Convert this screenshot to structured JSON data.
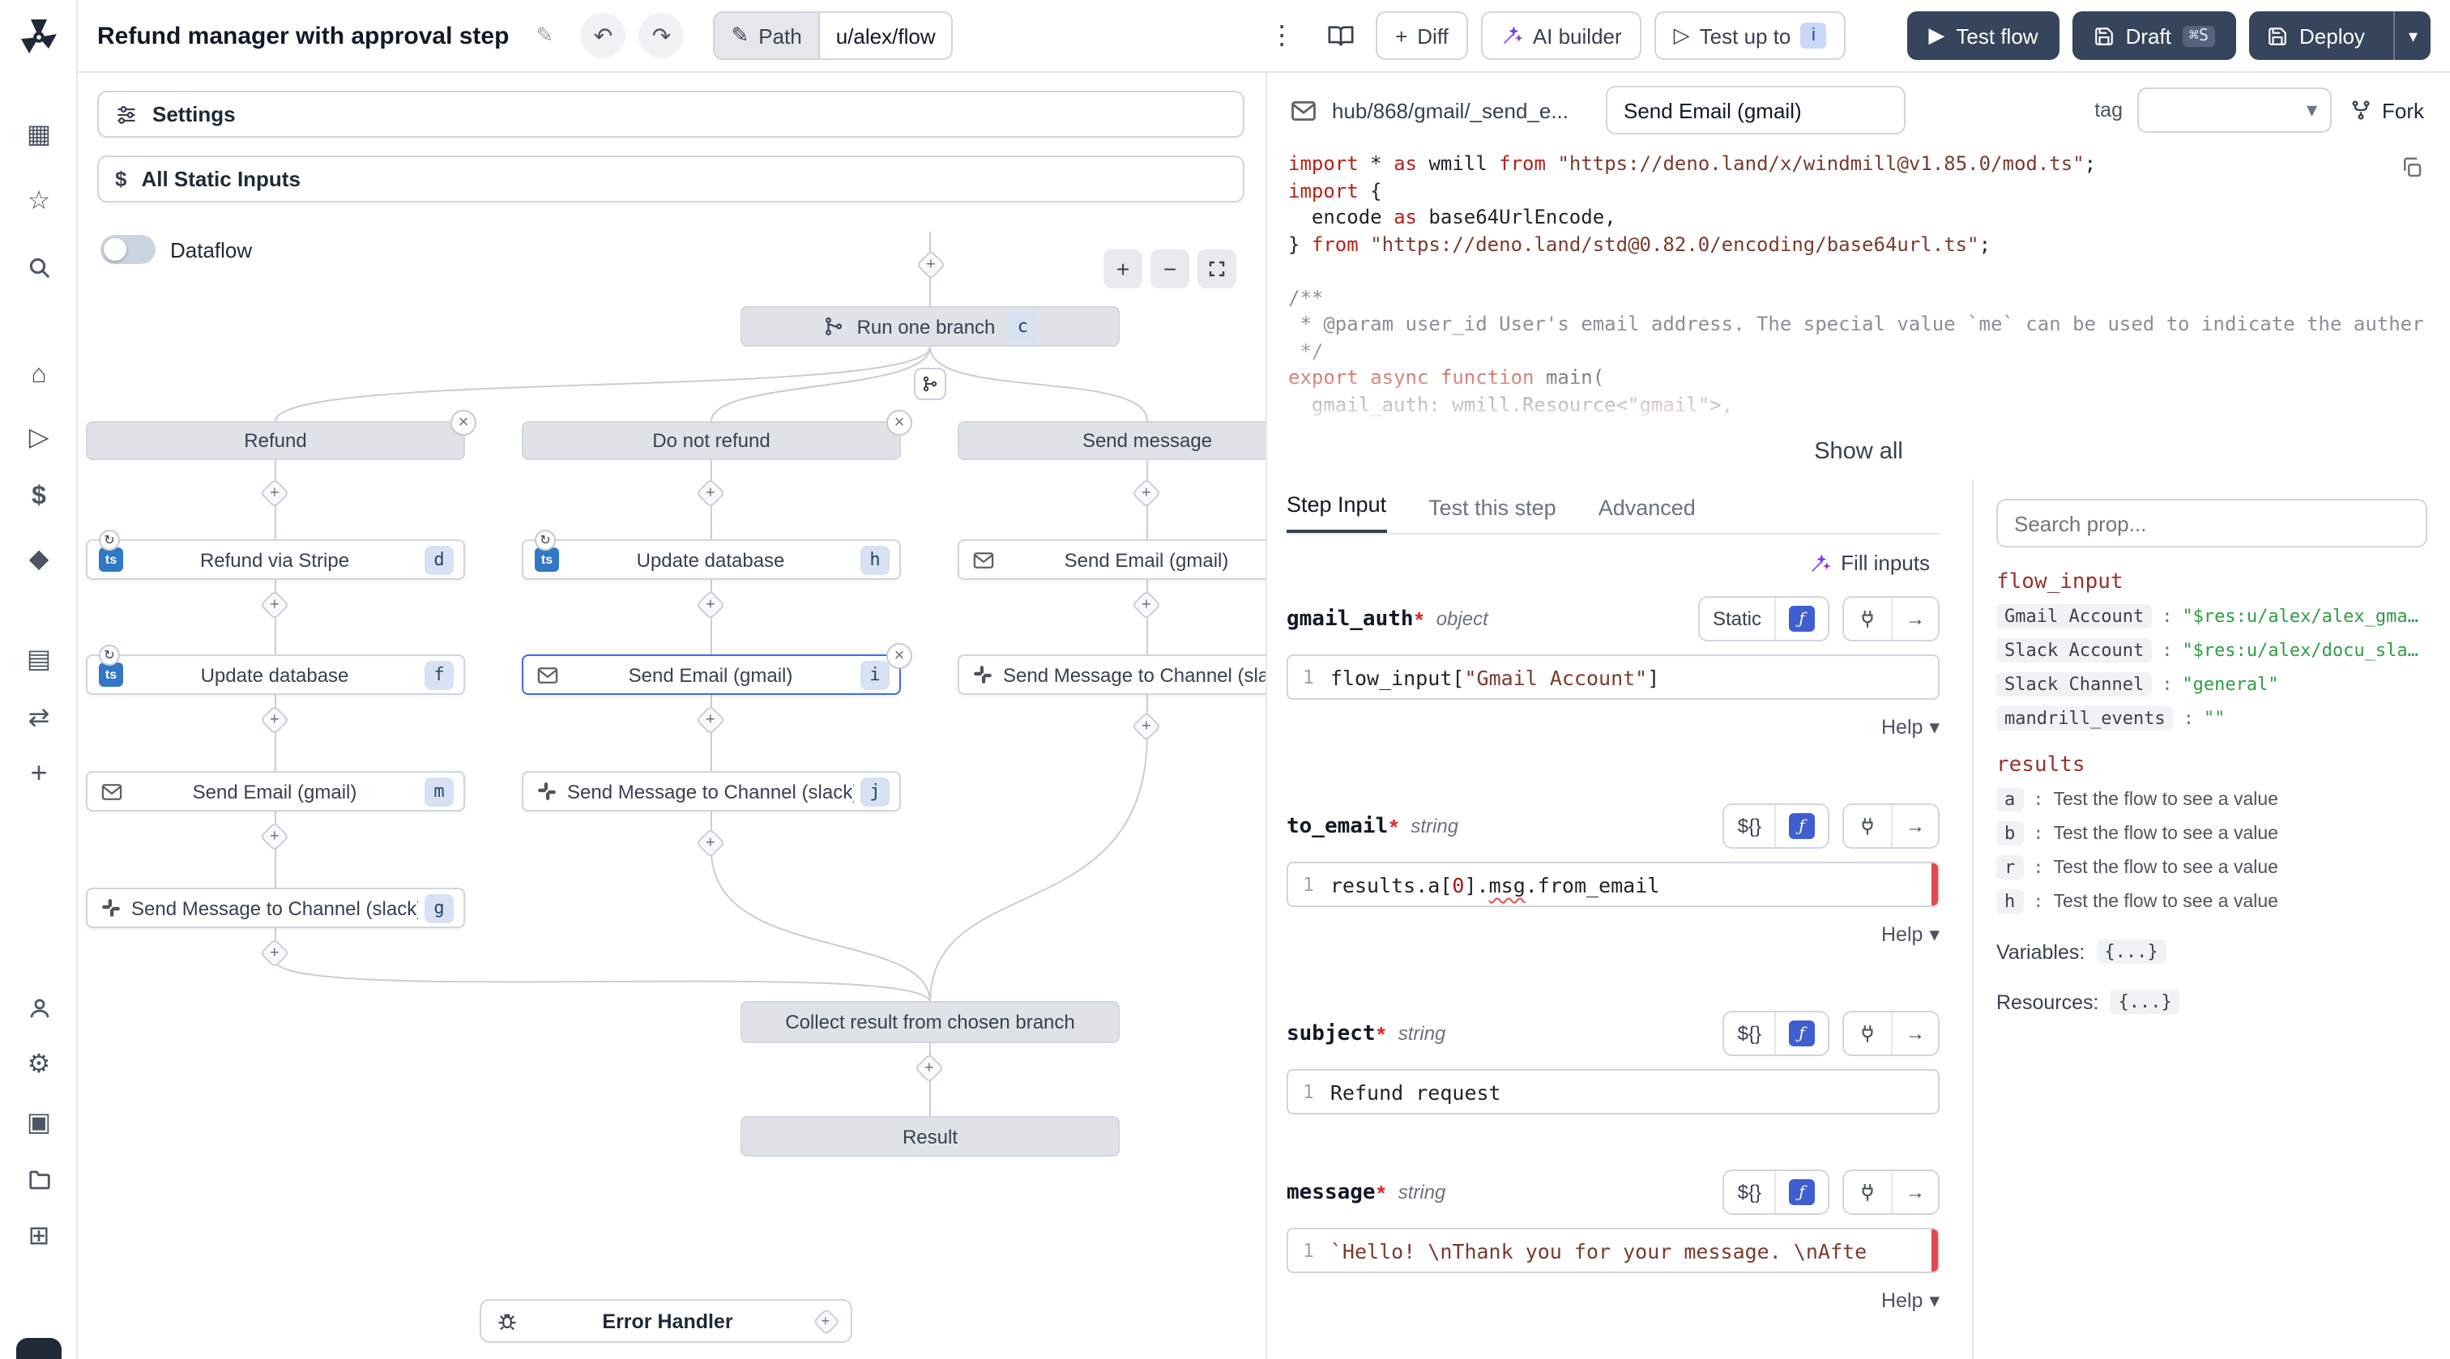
{
  "icons": {
    "plus": "+",
    "minus": "−",
    "close": "×",
    "chevron_down": "▾",
    "undo": "↶",
    "redo": "↷",
    "kebab": "⋮",
    "pencil": "✎",
    "arrow_right": "→",
    "play_filled": "▶",
    "play_outline": "▷",
    "fx": "ƒ",
    "retry": "↻",
    "ts": "ts",
    "apps": "▦",
    "star": "☆",
    "home": "⌂",
    "dollar": "$",
    "hub": "◆",
    "schedule": "▤",
    "swap": "⇄",
    "gear": "⚙",
    "boxed": "▣",
    "grid": "⊞"
  },
  "header": {
    "title": "Refund manager with approval step",
    "path_button": "Path",
    "path_value": "u/alex/flow",
    "diff_button": "Diff",
    "ai_builder_button": "AI builder",
    "test_up_to_button": "Test up to",
    "test_up_to_shortcut": "i",
    "test_flow_button": "Test flow",
    "draft_button": "Draft",
    "draft_shortcut": "⌘S",
    "deploy_button": "Deploy"
  },
  "flow_panel": {
    "settings_button": "Settings",
    "static_inputs_button": "All Static Inputs",
    "dataflow_toggle_label": "Dataflow",
    "graph": {
      "root_node": {
        "label": "Run one branch",
        "badge": "c"
      },
      "branches": [
        {
          "title": "Refund",
          "modules": [
            {
              "label": "Refund via Stripe",
              "badge": "d"
            },
            {
              "label": "Update database",
              "badge": "f"
            },
            {
              "label": "Send Email (gmail)",
              "badge": "m"
            },
            {
              "label": "Send Message to Channel (slack)",
              "badge": "g"
            }
          ]
        },
        {
          "title": "Do not refund",
          "modules": [
            {
              "label": "Update database",
              "badge": "h"
            },
            {
              "label": "Send Email (gmail)",
              "badge": "i"
            },
            {
              "label": "Send Message to Channel (slack)",
              "badge": "j"
            }
          ]
        },
        {
          "title": "Send message",
          "modules": [
            {
              "label": "Send Email (gmail)",
              "badge": ""
            },
            {
              "label": "Send Message to Channel (slack)",
              "badge": ""
            }
          ]
        }
      ],
      "collect_node": "Collect result from chosen branch",
      "result_node": "Result",
      "error_handler_label": "Error Handler"
    }
  },
  "step_editor": {
    "hub_path": "hub/868/gmail/_send_e...",
    "step_name": "Send Email (gmail)",
    "tag_label": "tag",
    "fork_button": "Fork",
    "show_all_button": "Show all",
    "tabs": [
      {
        "label": "Step Input"
      },
      {
        "label": "Test this step"
      },
      {
        "label": "Advanced"
      }
    ],
    "fill_inputs_button": "Fill inputs",
    "help_label": "Help",
    "code_lines": [
      {
        "tokens": [
          {
            "t": "import",
            "c": "kw"
          },
          {
            "t": " * ",
            "c": "pl"
          },
          {
            "t": "as",
            "c": "kw"
          },
          {
            "t": " wmill ",
            "c": "pl"
          },
          {
            "t": "from",
            "c": "kw"
          },
          {
            "t": " ",
            "c": "pl"
          },
          {
            "t": "\"https://deno.land/x/windmill@v1.85.0/mod.ts\"",
            "c": "str"
          },
          {
            "t": ";",
            "c": "pl"
          }
        ]
      },
      {
        "tokens": [
          {
            "t": "import",
            "c": "kw"
          },
          {
            "t": " {",
            "c": "pl"
          }
        ]
      },
      {
        "tokens": [
          {
            "t": "  encode ",
            "c": "pl"
          },
          {
            "t": "as",
            "c": "kw"
          },
          {
            "t": " base64UrlEncode,",
            "c": "pl"
          }
        ]
      },
      {
        "tokens": [
          {
            "t": "} ",
            "c": "pl"
          },
          {
            "t": "from",
            "c": "kw"
          },
          {
            "t": " ",
            "c": "pl"
          },
          {
            "t": "\"https://deno.land/std@0.82.0/encoding/base64url.ts\"",
            "c": "str"
          },
          {
            "t": ";",
            "c": "pl"
          }
        ]
      },
      {
        "tokens": []
      },
      {
        "tokens": [
          {
            "t": "/**",
            "c": "cm"
          }
        ]
      },
      {
        "tokens": [
          {
            "t": " * @param user_id User's email address. The special value `me` can be used to indicate the auther",
            "c": "cm"
          }
        ]
      },
      {
        "tokens": [
          {
            "t": " */",
            "c": "cm"
          }
        ]
      },
      {
        "tokens": [
          {
            "t": "export",
            "c": "kw"
          },
          {
            "t": " ",
            "c": "pl"
          },
          {
            "t": "async",
            "c": "kw"
          },
          {
            "t": " ",
            "c": "pl"
          },
          {
            "t": "function",
            "c": "kw"
          },
          {
            "t": " main(",
            "c": "pl"
          }
        ]
      },
      {
        "tokens": [
          {
            "t": "  gmail_auth: wmill.Resource<",
            "c": "pl"
          },
          {
            "t": "\"gmail\"",
            "c": "str"
          },
          {
            "t": ">,",
            "c": "pl"
          }
        ]
      }
    ],
    "fields": [
      {
        "name": "gmail_auth",
        "required": "*",
        "type": "object",
        "mode": "Static",
        "line_number": "1",
        "value_tokens": [
          {
            "t": "flow_input[",
            "c": "pl"
          },
          {
            "t": "\"Gmail Account\"",
            "c": "str"
          },
          {
            "t": "]",
            "c": "pl"
          }
        ]
      },
      {
        "name": "to_email",
        "required": "*",
        "type": "string",
        "mode": "${}",
        "line_number": "1",
        "value_tokens": [
          {
            "t": "results.a[",
            "c": "pl"
          },
          {
            "t": "0",
            "c": "num"
          },
          {
            "t": "].",
            "c": "pl"
          },
          {
            "t": "msg",
            "c": "errtok"
          },
          {
            "t": ".from_email",
            "c": "pl"
          }
        ]
      },
      {
        "name": "subject",
        "required": "*",
        "type": "string",
        "mode": "${}",
        "line_number": "1",
        "value_tokens": [
          {
            "t": "Refund request",
            "c": "pl"
          }
        ]
      },
      {
        "name": "message",
        "required": "*",
        "type": "string",
        "mode": "${}",
        "line_number": "1",
        "value_tokens": [
          {
            "t": "`Hello! \\nThank you for your message. \\nAfte",
            "c": "str"
          }
        ]
      }
    ]
  },
  "prop_picker": {
    "search_placeholder": "Search prop...",
    "sections": [
      {
        "title": "flow_input",
        "rows": [
          {
            "key": "Gmail Account",
            "value": "\"$res:u/alex/alex_gmail\""
          },
          {
            "key": "Slack Account",
            "value": "\"$res:u/alex/docu_slack\""
          },
          {
            "key": "Slack Channel",
            "value": "\"general\""
          },
          {
            "key": "mandrill_events",
            "value": "\"\""
          }
        ]
      },
      {
        "title": "results",
        "rows": [
          {
            "key": "a",
            "value": "Test the flow to see a value"
          },
          {
            "key": "b",
            "value": "Test the flow to see a value"
          },
          {
            "key": "r",
            "value": "Test the flow to see a value"
          },
          {
            "key": "h",
            "value": "Test the flow to see a value"
          }
        ]
      }
    ],
    "variables_label": "Variables:",
    "variables_value": "{...}",
    "resources_label": "Resources:",
    "resources_value": "{...}"
  }
}
